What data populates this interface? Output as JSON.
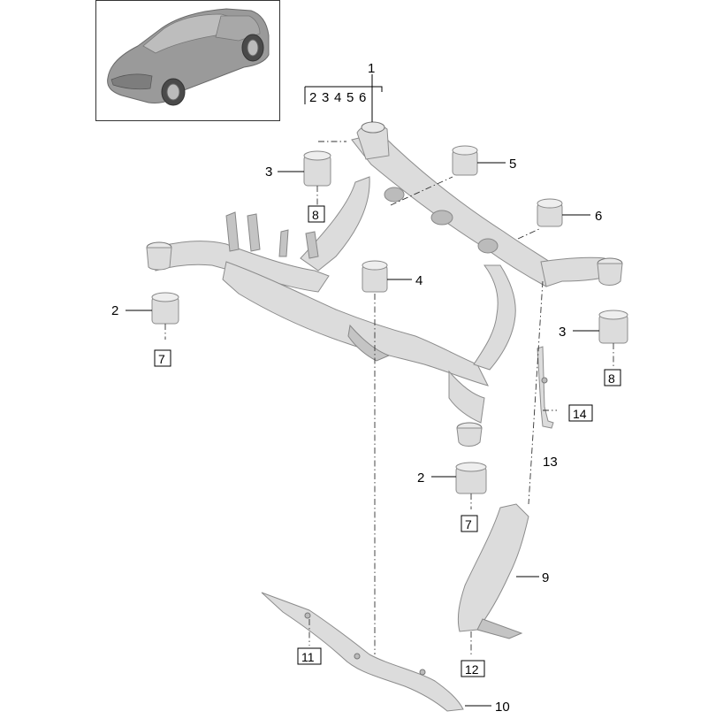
{
  "callouts": {
    "c1": "1",
    "group": [
      "2",
      "3",
      "4",
      "5",
      "6"
    ],
    "c2a": "2",
    "c2b": "2",
    "c3a": "3",
    "c3b": "3",
    "c4": "4",
    "c5": "5",
    "c6": "6",
    "c7a": "7",
    "c7b": "7",
    "c8a": "8",
    "c8b": "8",
    "c9": "9",
    "c10": "10",
    "c11": "11",
    "c12": "12",
    "c13": "13",
    "c14": "14"
  },
  "colors": {
    "part_fill": "#dcdcdc",
    "part_stroke": "#8c8c8c",
    "text": "#000000"
  }
}
